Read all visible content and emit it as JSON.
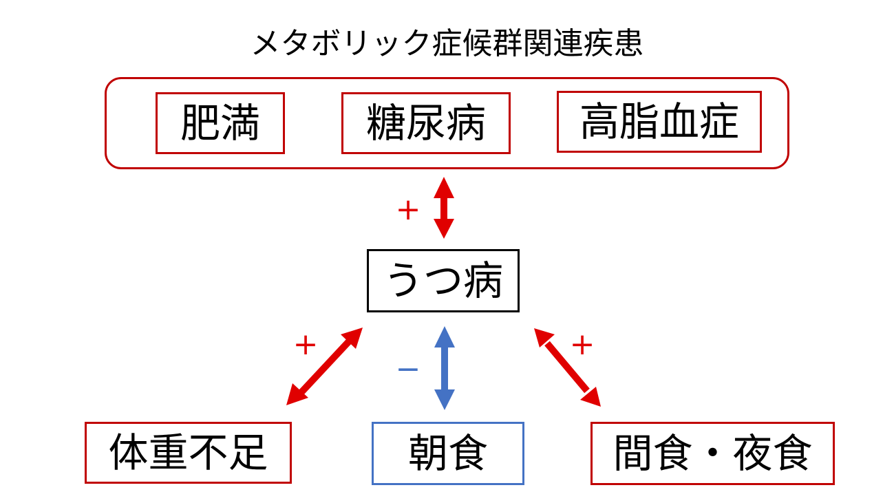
{
  "title": "メタボリック症候群関連疾患",
  "metabolic_group": {
    "items": [
      "肥満",
      "糖尿病",
      "高脂血症"
    ]
  },
  "center": "うつ病",
  "bottom": {
    "left": "体重不足",
    "middle": "朝食",
    "right": "間食・夜食"
  },
  "relations": {
    "metabolic": "+",
    "underweight": "+",
    "breakfast": "−",
    "snacking": "+"
  },
  "colors": {
    "red": "#c00000",
    "arrow_red": "#e00000",
    "blue": "#4472c4",
    "black": "#000000"
  }
}
